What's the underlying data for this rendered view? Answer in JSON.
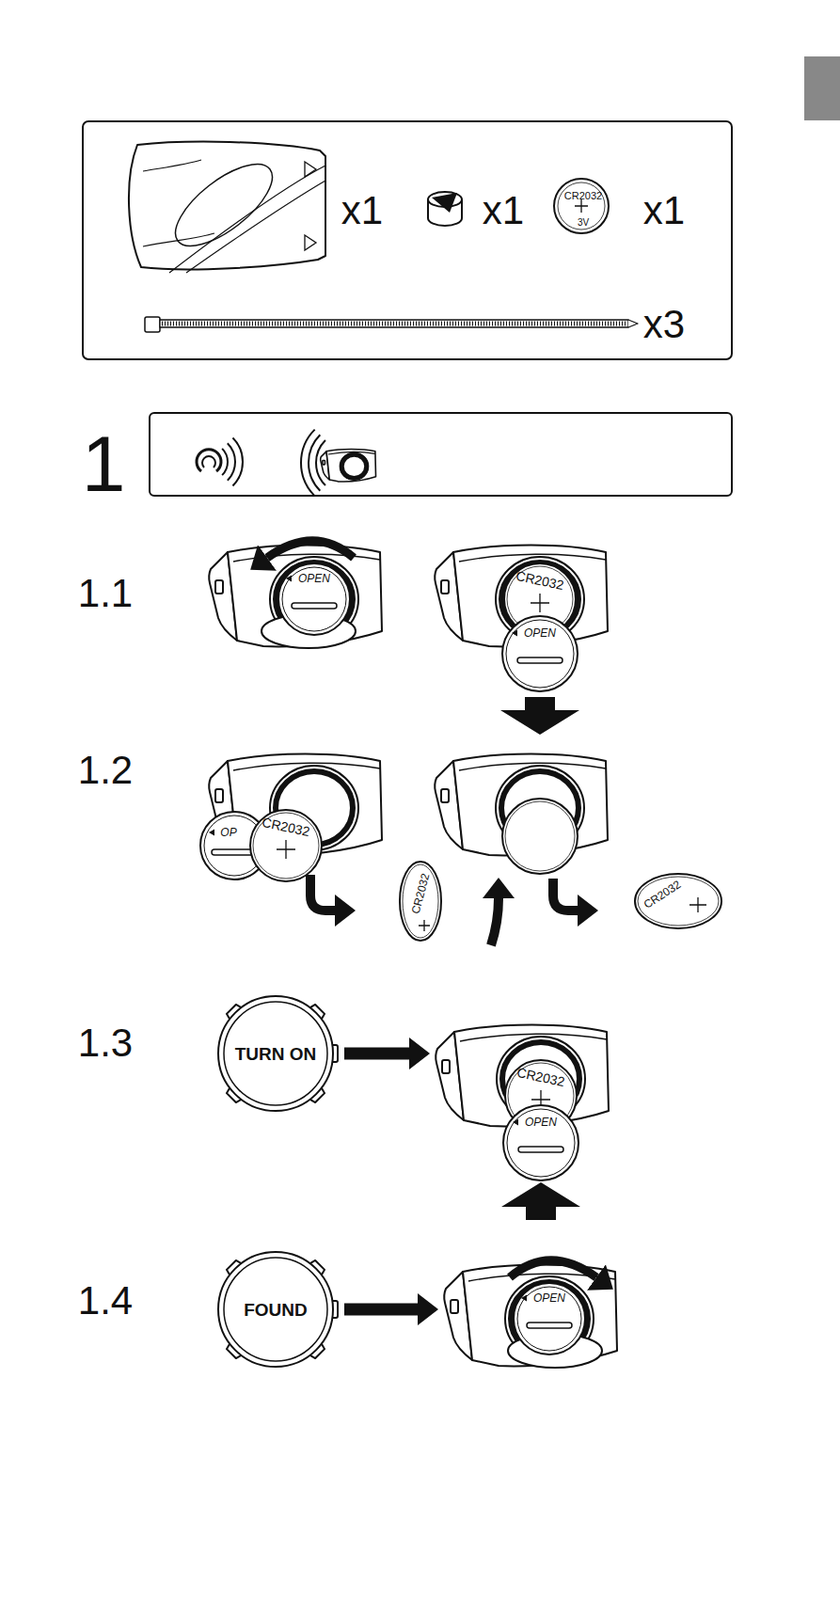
{
  "diagram": {
    "nodes": [
      {
        "text": [
          "x1",
          "x1",
          "x1",
          "x3"
        ]
      },
      {
        "text": [
          "CR2032",
          "3V"
        ],
        "in": 0
      },
      {
        "text": [
          "1"
        ]
      },
      {
        "text": [
          "TURN ON"
        ]
      },
      {
        "text": [
          "CR2032",
          "OPEN"
        ]
      },
      {
        "text": [
          "FOUND"
        ]
      },
      {
        "text": [
          "OPEN"
        ]
      }
    ],
    "edges": [
      {
        "from": 3,
        "to": 4,
        "arrow": "to"
      },
      {
        "from": 5,
        "to": 6,
        "arrow": "to"
      }
    ],
    "labels": [
      "1.1",
      "OPEN",
      "CR2032",
      "OPEN",
      "1.2",
      "OP",
      "CR2032",
      "CR2032",
      "CR2032",
      "1.3",
      "1.4"
    ]
  }
}
